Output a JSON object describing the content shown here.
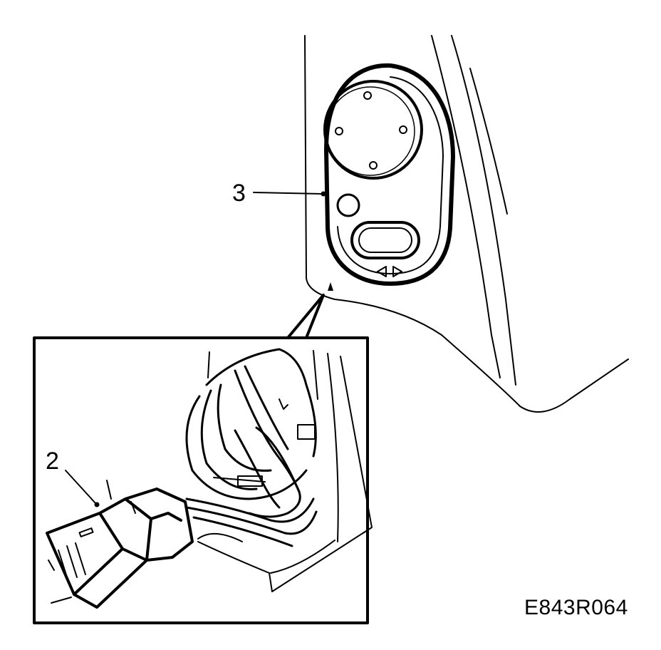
{
  "labels": {
    "callout_3": "3",
    "callout_2": "2",
    "reference": "E843R064"
  },
  "colors": {
    "ink": "#000000",
    "paper": "#ffffff"
  }
}
